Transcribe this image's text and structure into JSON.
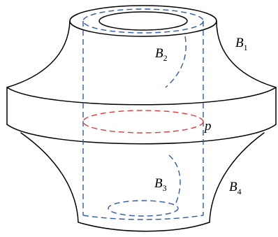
{
  "labels": {
    "b1": {
      "base": "B",
      "sub": "1"
    },
    "b2": {
      "base": "B",
      "sub": "2"
    },
    "b3": {
      "base": "B",
      "sub": "3"
    },
    "b4": {
      "base": "B",
      "sub": "4"
    },
    "p": "p"
  },
  "colors": {
    "outline": "#000000",
    "cylinder_dashed": "#2e5aa8",
    "loop_dashed": "#e03a3a"
  }
}
